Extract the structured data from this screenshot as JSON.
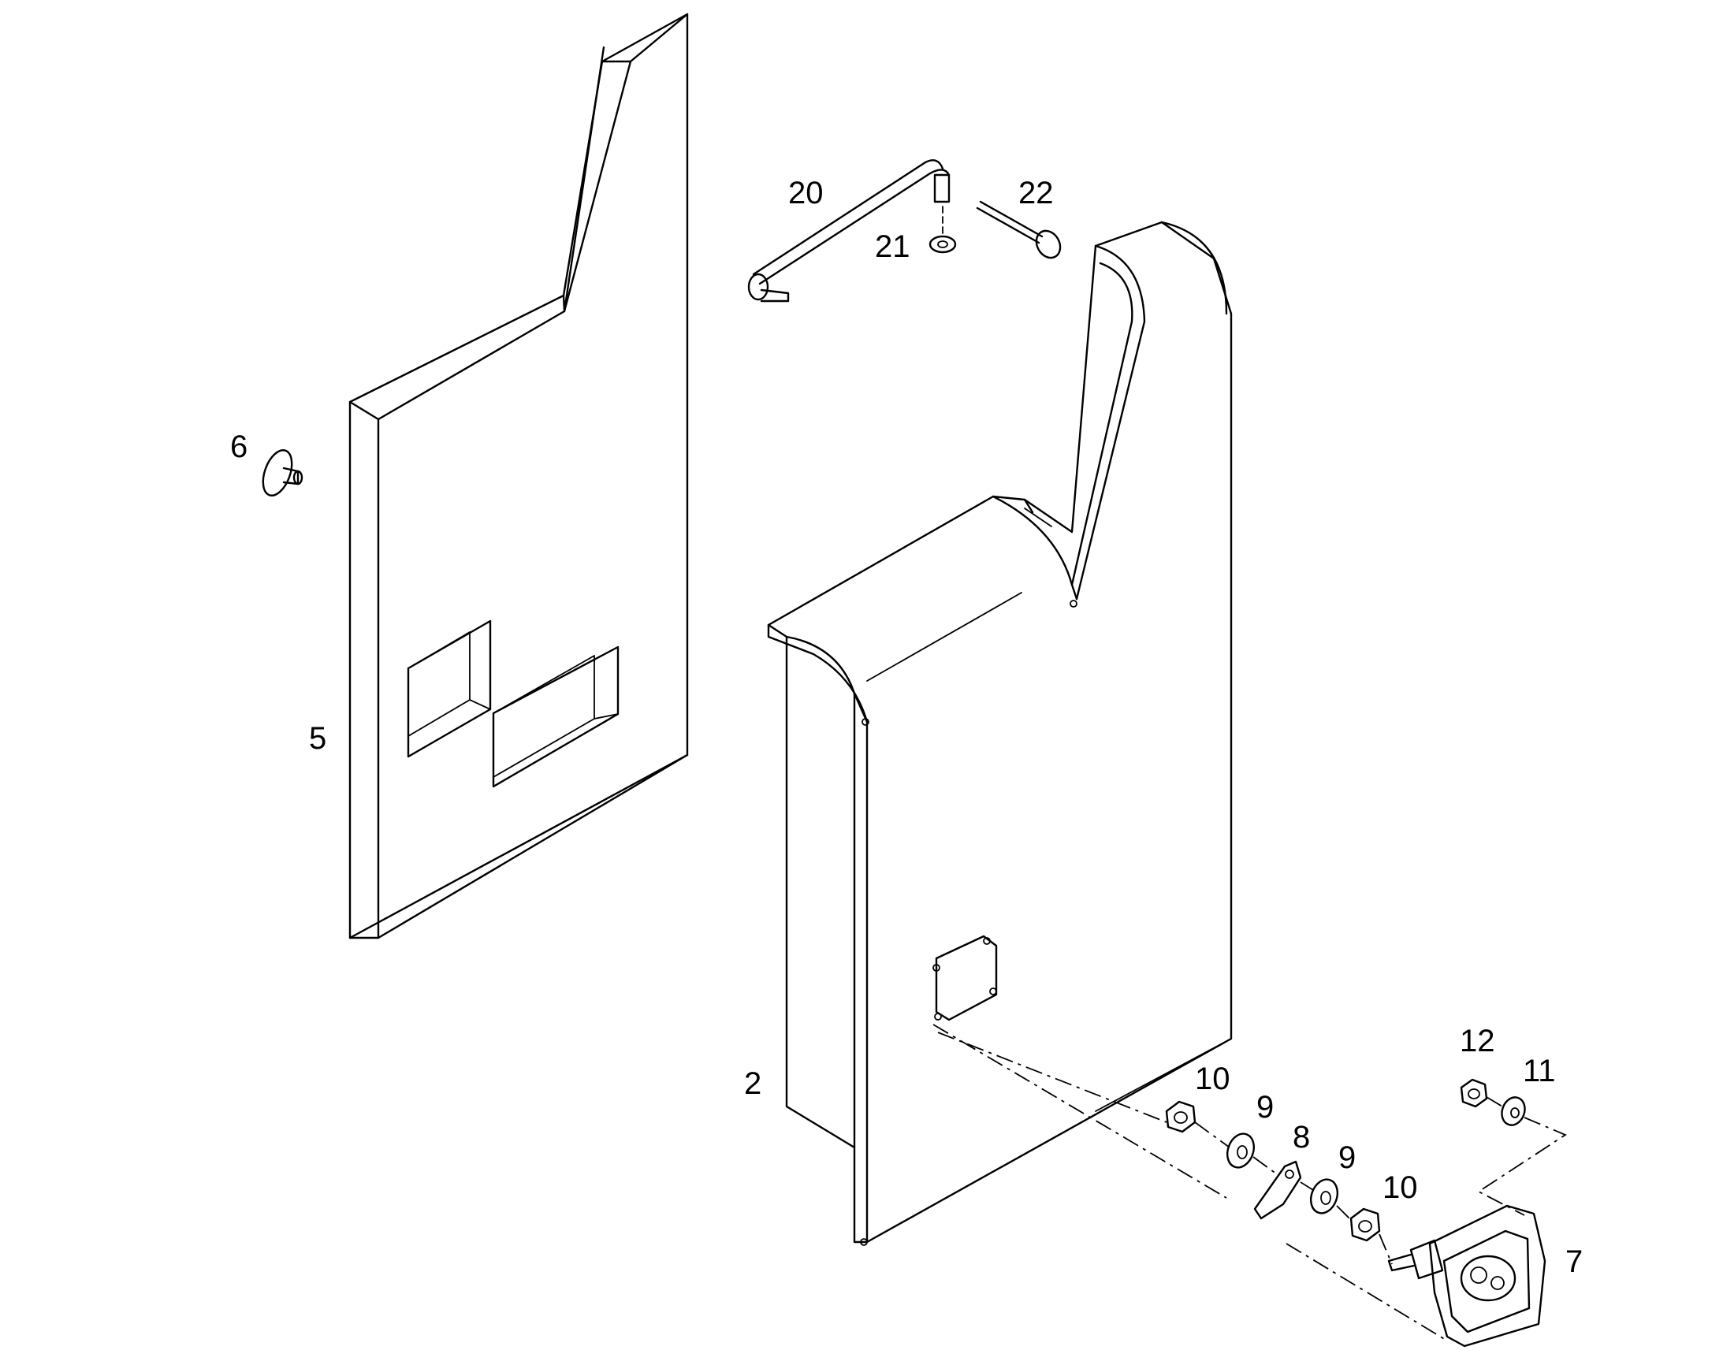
{
  "callouts": {
    "c2": "2",
    "c5": "5",
    "c6": "6",
    "c7": "7",
    "c8": "8",
    "c9a": "9",
    "c9b": "9",
    "c10a": "10",
    "c10b": "10",
    "c11": "11",
    "c12": "12",
    "c20": "20",
    "c21": "21",
    "c22": "22"
  }
}
